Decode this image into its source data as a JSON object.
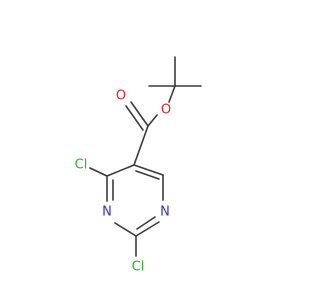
{
  "molecule": {
    "colors": {
      "bond": "#3a3a3a",
      "oxygen": "#e8221e",
      "nitrogen": "#2f2fd8",
      "chlorine": "#2bb52b"
    },
    "atoms": {
      "o_carbonyl": "O",
      "o_ester": "O",
      "n1": "N",
      "n3": "N",
      "cl_upper": "Cl",
      "cl_lower": "Cl"
    }
  }
}
